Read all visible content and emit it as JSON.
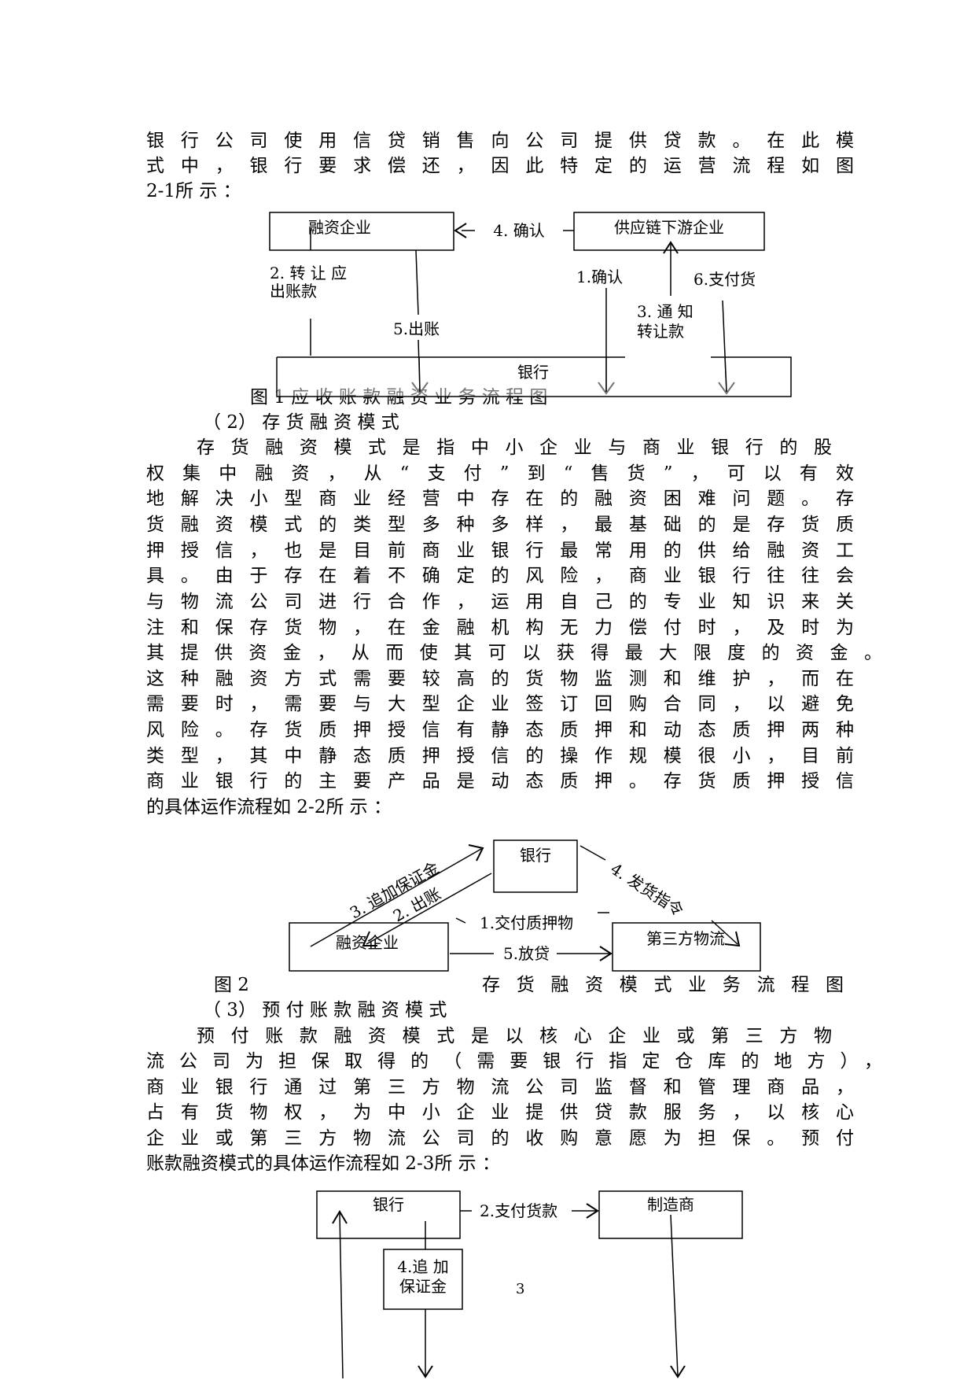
{
  "para_a": [
    "银行公司使用信贷销售向公司提供贷款。在此模",
    "式中，银行要求偿还，因此特定的运营流程如图",
    "2-1所 示 ："
  ],
  "fig1": {
    "nodes": {
      "enterprise": "融资企业",
      "downstream": "供应链下游企业",
      "bank": "银行"
    },
    "steps": {
      "s4": "4. 确认",
      "s2a": "2. 转 让 应",
      "s2b": "出账款",
      "s1": "1.确认",
      "s6": "6.支付货",
      "s3a": "3. 通  知",
      "s3b": "转让款",
      "s5": "5.出账"
    },
    "caption": "图 1 应 收 账 款 融 资 业 务 流 程 图"
  },
  "heading2": "（ 2） 存 货 融 资 模 式",
  "para_b": [
    "存货融资模式是指中小企业与商业银行的股",
    "权集中融资，从“支付”到“售货”，可以有效",
    "地解决小型商业经营中存在的融资困难问题。存",
    "货融资模式的类型多种多样，最基础的是存货质",
    "押授信，也是目前商业银行最常用的供给融资工",
    "具。由于存在着不确定的风险，商业银行往往会",
    "与物流公司进行合作，运用自己的专业知识来关",
    "注和保存货物，在金融机构无力偿付时，及时为",
    "其提供资金，从而使其可以获得最大限度的资金。",
    "这种融资方式需要较高的货物监测和维护，而在",
    "需要时，需要与大型企业签订回购合同，以避免",
    "风险。存货质押授信有静态质押和动态质押两种",
    "类型，其中静态质押授信的操作规模很小，目前",
    "商业银行的主要产品是动态质押。存货质押授信",
    "的具体运作流程如 2-2所 示 ："
  ],
  "fig2": {
    "nodes": {
      "bank": "银行",
      "enterprise": "融资企业",
      "logistics": "第三方物流"
    },
    "steps": {
      "s3": "3. 追加保证金",
      "s2": "2. 出账",
      "s4": "4. 发货指令",
      "s1": "1.交付质押物",
      "s5": "5.放贷"
    },
    "caption_left": "图 2",
    "caption_right": "存 货 融 资 模 式 业 务 流 程 图"
  },
  "heading3": "（ 3） 预 付 账 款 融 资 模 式",
  "para_c": [
    "预付账款融资模式是以核心企业或第三方物",
    "流公司为担保取得的（需要银行指定仓库的地方），",
    "商业银行通过第三方物流公司监督和管理商品，",
    "占有货物权，为中小企业提供贷款服务，以核心",
    "企业或第三方物流公司的收购意愿为担保。预付",
    "账款融资模式的具体运作流程如 2-3所 示 ："
  ],
  "fig3": {
    "nodes": {
      "bank": "银行",
      "manufacturer": "制造商"
    },
    "steps": {
      "s2": "2.支付货款",
      "s4a": "4.追 加",
      "s4b": "保证金"
    }
  },
  "page_number": "3"
}
